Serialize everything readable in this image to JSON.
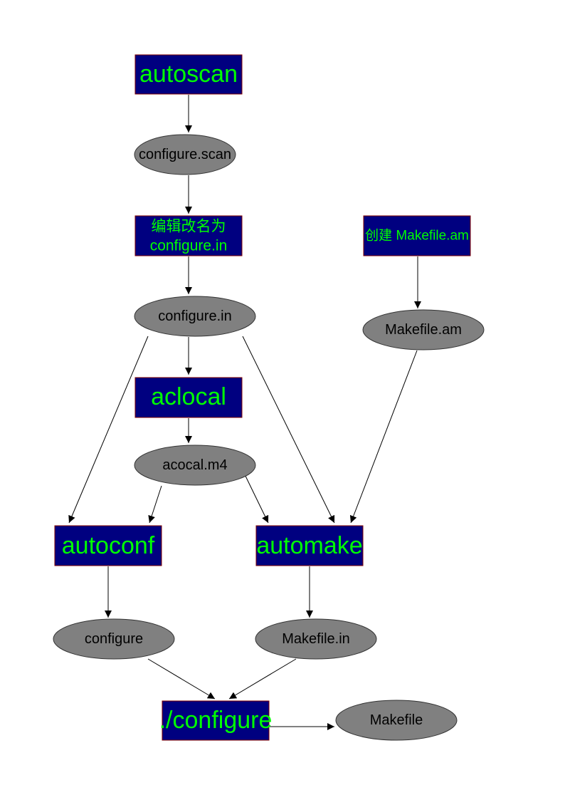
{
  "colors": {
    "tool_fill": "#000080",
    "tool_border": "#800000",
    "tool_text": "#00ff00",
    "file_fill": "#808080",
    "file_text": "#000000",
    "edge": "#000000"
  },
  "nodes": {
    "autoscan": {
      "label": "autoscan",
      "shape": "box"
    },
    "configure_scan": {
      "label": "configure.scan",
      "shape": "ellipse"
    },
    "rename": {
      "line1": "编辑改名为",
      "line2": "configure.in",
      "shape": "box"
    },
    "configure_in": {
      "label": "configure.in",
      "shape": "ellipse"
    },
    "aclocal": {
      "label": "aclocal",
      "shape": "box"
    },
    "acocal_m4": {
      "label": "acocal.m4",
      "shape": "ellipse"
    },
    "create_makefile_am": {
      "label": "创建 Makefile.am",
      "shape": "box"
    },
    "makefile_am": {
      "label": "Makefile.am",
      "shape": "ellipse"
    },
    "autoconf": {
      "label": "autoconf",
      "shape": "box"
    },
    "automake": {
      "label": "automake",
      "shape": "box"
    },
    "configure": {
      "label": "configure",
      "shape": "ellipse"
    },
    "makefile_in": {
      "label": "Makefile.in",
      "shape": "ellipse"
    },
    "run_configure": {
      "label": "./configure",
      "shape": "box"
    },
    "makefile": {
      "label": "Makefile",
      "shape": "ellipse"
    }
  },
  "edges": [
    [
      "autoscan",
      "configure_scan"
    ],
    [
      "configure_scan",
      "rename"
    ],
    [
      "rename",
      "configure_in"
    ],
    [
      "configure_in",
      "aclocal"
    ],
    [
      "configure_in",
      "autoconf"
    ],
    [
      "configure_in",
      "automake"
    ],
    [
      "aclocal",
      "acocal_m4"
    ],
    [
      "acocal_m4",
      "autoconf"
    ],
    [
      "acocal_m4",
      "automake"
    ],
    [
      "create_makefile_am",
      "makefile_am"
    ],
    [
      "makefile_am",
      "automake"
    ],
    [
      "autoconf",
      "configure"
    ],
    [
      "automake",
      "makefile_in"
    ],
    [
      "configure",
      "run_configure"
    ],
    [
      "makefile_in",
      "run_configure"
    ],
    [
      "run_configure",
      "makefile"
    ]
  ]
}
